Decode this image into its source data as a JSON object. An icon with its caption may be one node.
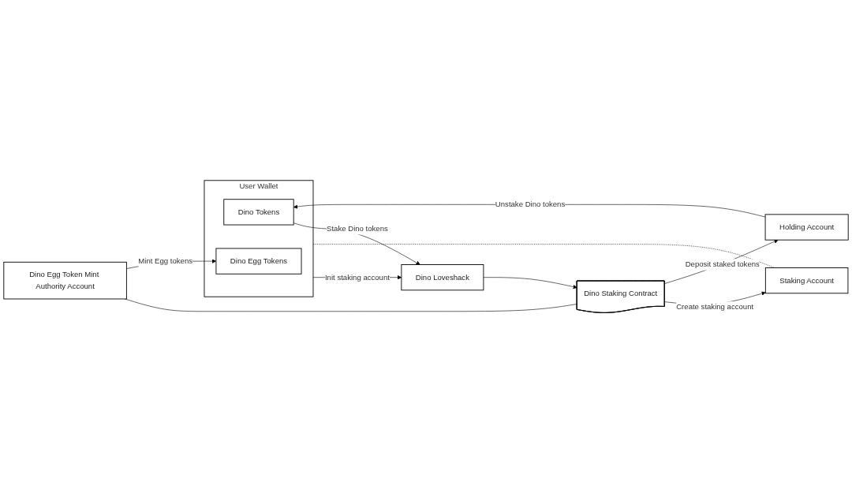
{
  "diagram": {
    "nodes": [
      {
        "text": [
          "User Wallet"
        ]
      },
      {
        "text": [
          "Dino Tokens"
        ],
        "in": 0
      },
      {
        "text": [
          "Dino Egg Tokens"
        ],
        "in": 0
      },
      {
        "text": [
          "Dino Loveshack"
        ]
      },
      {
        "text": [
          "Staking Account"
        ]
      },
      {
        "text": [
          "Dino Egg Token Mint Authority Account"
        ]
      },
      {
        "text": [
          "Dino Staking Contract"
        ]
      },
      {
        "text": [
          "Holding Account"
        ]
      }
    ],
    "edges": [
      {
        "from": 0,
        "to": 3,
        "arrow": "to",
        "label": "Init staking account"
      },
      {
        "from": 1,
        "to": 3,
        "arrow": "to",
        "label": "Stake Dino tokens"
      },
      {
        "from": 3,
        "to": 6,
        "arrow": "to"
      },
      {
        "from": 6,
        "to": 4,
        "arrow": "to",
        "label": "Create staking account"
      },
      {
        "from": 0,
        "to": 4,
        "arrow": "none",
        "style": "dashed"
      },
      {
        "from": 5,
        "to": 6,
        "arrow": "none"
      },
      {
        "from": 5,
        "to": 2,
        "arrow": "to",
        "label": "Mint Egg tokens"
      },
      {
        "from": 6,
        "to": 7,
        "arrow": "to",
        "label": "Deposit staked tokens"
      },
      {
        "from": 7,
        "to": 1,
        "arrow": "to",
        "label": "Unstake Dino tokens"
      }
    ]
  }
}
